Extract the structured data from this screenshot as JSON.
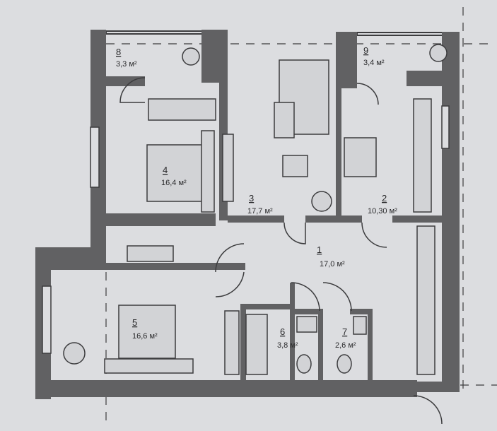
{
  "rooms": [
    {
      "number": "1",
      "area": "17,0 м²"
    },
    {
      "number": "2",
      "area": "10,30 м²"
    },
    {
      "number": "3",
      "area": "17,7 м²"
    },
    {
      "number": "4",
      "area": "16,4 м²"
    },
    {
      "number": "5",
      "area": "16,6 м²"
    },
    {
      "number": "6",
      "area": "3,8 м²"
    },
    {
      "number": "7",
      "area": "2,6 м²"
    },
    {
      "number": "8",
      "area": "3,3 м²"
    },
    {
      "number": "9",
      "area": "3,4 м²"
    }
  ],
  "colors": {
    "background": "#dcdde0",
    "wall": "#616163",
    "line": "#3c3c3e"
  }
}
